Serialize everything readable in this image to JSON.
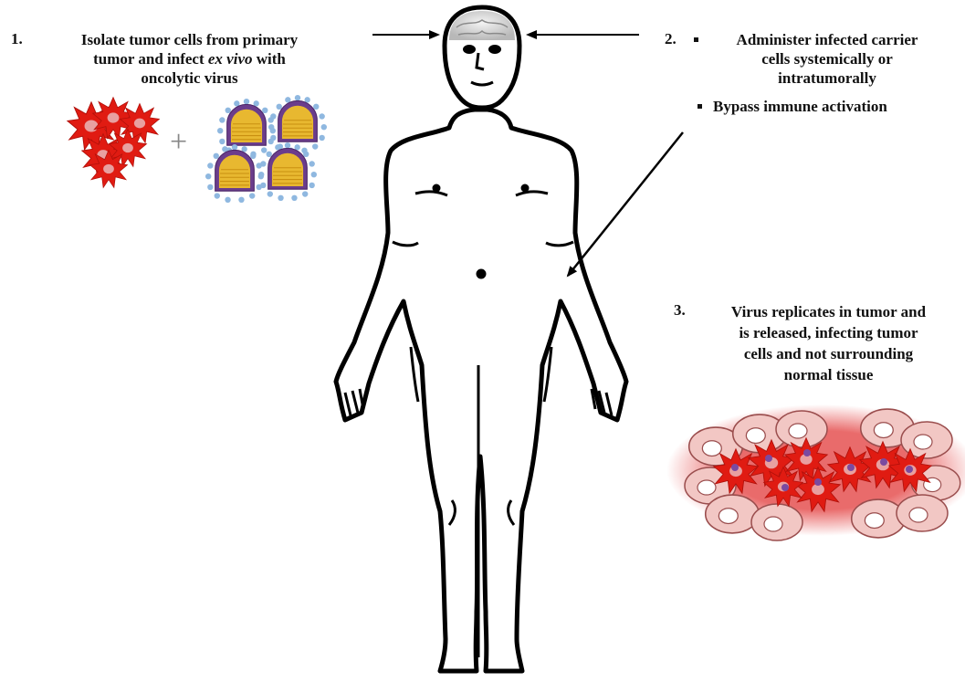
{
  "step1": {
    "number": "1.",
    "line1": "Isolate tumor cells from primary",
    "line2_a": "tumor and infect ",
    "line2_italic": "ex vivo",
    "line2_b": " with",
    "line3": "oncolytic virus",
    "plus": "+"
  },
  "step2": {
    "number": "2.",
    "bullet1_line1": "Administer infected carrier",
    "bullet1_line2": "cells systemically or",
    "bullet1_line3": "intratumorally",
    "bullet2": "Bypass immune activation"
  },
  "step3": {
    "number": "3.",
    "line1": "Virus replicates in tumor and",
    "line2": "is released, infecting tumor",
    "line3": "cells and not surrounding",
    "line4": "normal tissue"
  },
  "colors": {
    "tumor_red": "#e01b12",
    "virus_yellow": "#e8b830",
    "virus_purple": "#6b3d8c",
    "virus_spike_blue": "#8fb8e0",
    "tissue_pink": "#f2c7c4",
    "glow_red": "#e23a3a"
  }
}
